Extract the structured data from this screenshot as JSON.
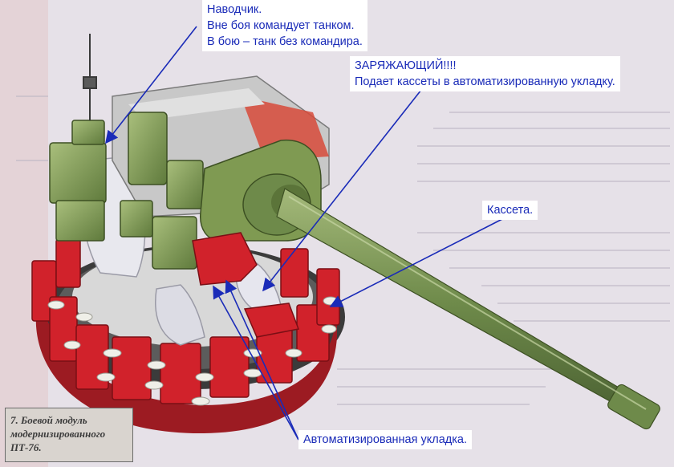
{
  "callouts": {
    "gunner": {
      "lines": [
        "Наводчик.",
        "Вне боя командует танком.",
        "В бою – танк без командира."
      ]
    },
    "loader": {
      "lines": [
        "ЗАРЯЖАЮЩИЙ!!!!",
        "Подает кассеты в автоматизированную укладку."
      ]
    },
    "cassette": {
      "lines": [
        "Кассета."
      ]
    },
    "storage": {
      "lines": [
        "Автоматизированная укладка."
      ]
    }
  },
  "caption": {
    "lines": [
      "7. Боевой модуль",
      "модернизированного",
      "ПТ-76."
    ]
  },
  "colors": {
    "callout_text": "#1a2bb8",
    "arrow": "#1a2bb8",
    "armor_green": "#7f9a52",
    "barrel_green": "#6e8a4a",
    "ammo_red": "#d1222b",
    "shell_white": "#eeeeee",
    "background": "#e4dfe6"
  }
}
